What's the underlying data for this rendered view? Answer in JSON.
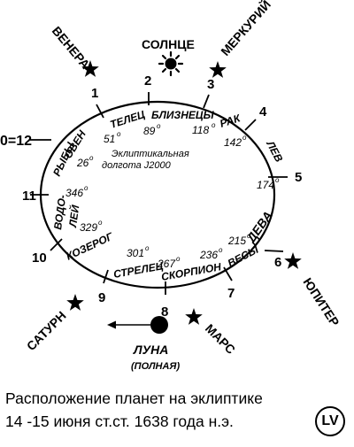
{
  "caption": {
    "line1": "Расположение планет на эклиптике",
    "line2": "14 -15  июня ст.ст. 1638 года н.э."
  },
  "logo_text": "LV",
  "ecliptic_note": {
    "line1": "Эклиптикальная",
    "line2": "долгота J2000"
  },
  "house_numbers": [
    "0=12",
    "1",
    "2",
    "3",
    "4",
    "5",
    "6",
    "7",
    "8",
    "9",
    "10",
    "11"
  ],
  "zodiac": {
    "aries": "ОВЕН",
    "taurus": "ТЕЛЕЦ",
    "gemini": "БЛИЗНЕЦЫ",
    "cancer": "РАК",
    "leo": "ЛЕВ",
    "virgo": "ДЕВА",
    "libra": "ВЕСЫ",
    "scorpio": "СКОРПИОН",
    "sagittarius": "СТРЕЛЕЦ",
    "capricorn": "КОЗЕРОГ",
    "aquarius_1": "ВОДО-",
    "aquarius_2": "ЛЕЙ",
    "pisces": "РЫБЫ"
  },
  "degrees": {
    "aries": "51",
    "taurus": "89",
    "gemini": "118",
    "cancer": "142",
    "leo": "174",
    "virgo": "215",
    "libra": "236",
    "scorpio": "267",
    "sagittarius": "301",
    "capricorn": "329",
    "aquarius": "346",
    "pisces": "26",
    "degree_sign": "o"
  },
  "planets": {
    "venus": "ВЕНЕРА",
    "sun": "СОЛНЦЕ",
    "mercury": "МЕРКУРИЙ",
    "jupiter": "ЮПИТЕР",
    "mars": "МАРС",
    "moon": "ЛУНА",
    "moon_phase": "(ПОЛНАЯ)",
    "saturn": "САТУРН"
  },
  "colors": {
    "ink": "#000000",
    "background": "#ffffff"
  }
}
